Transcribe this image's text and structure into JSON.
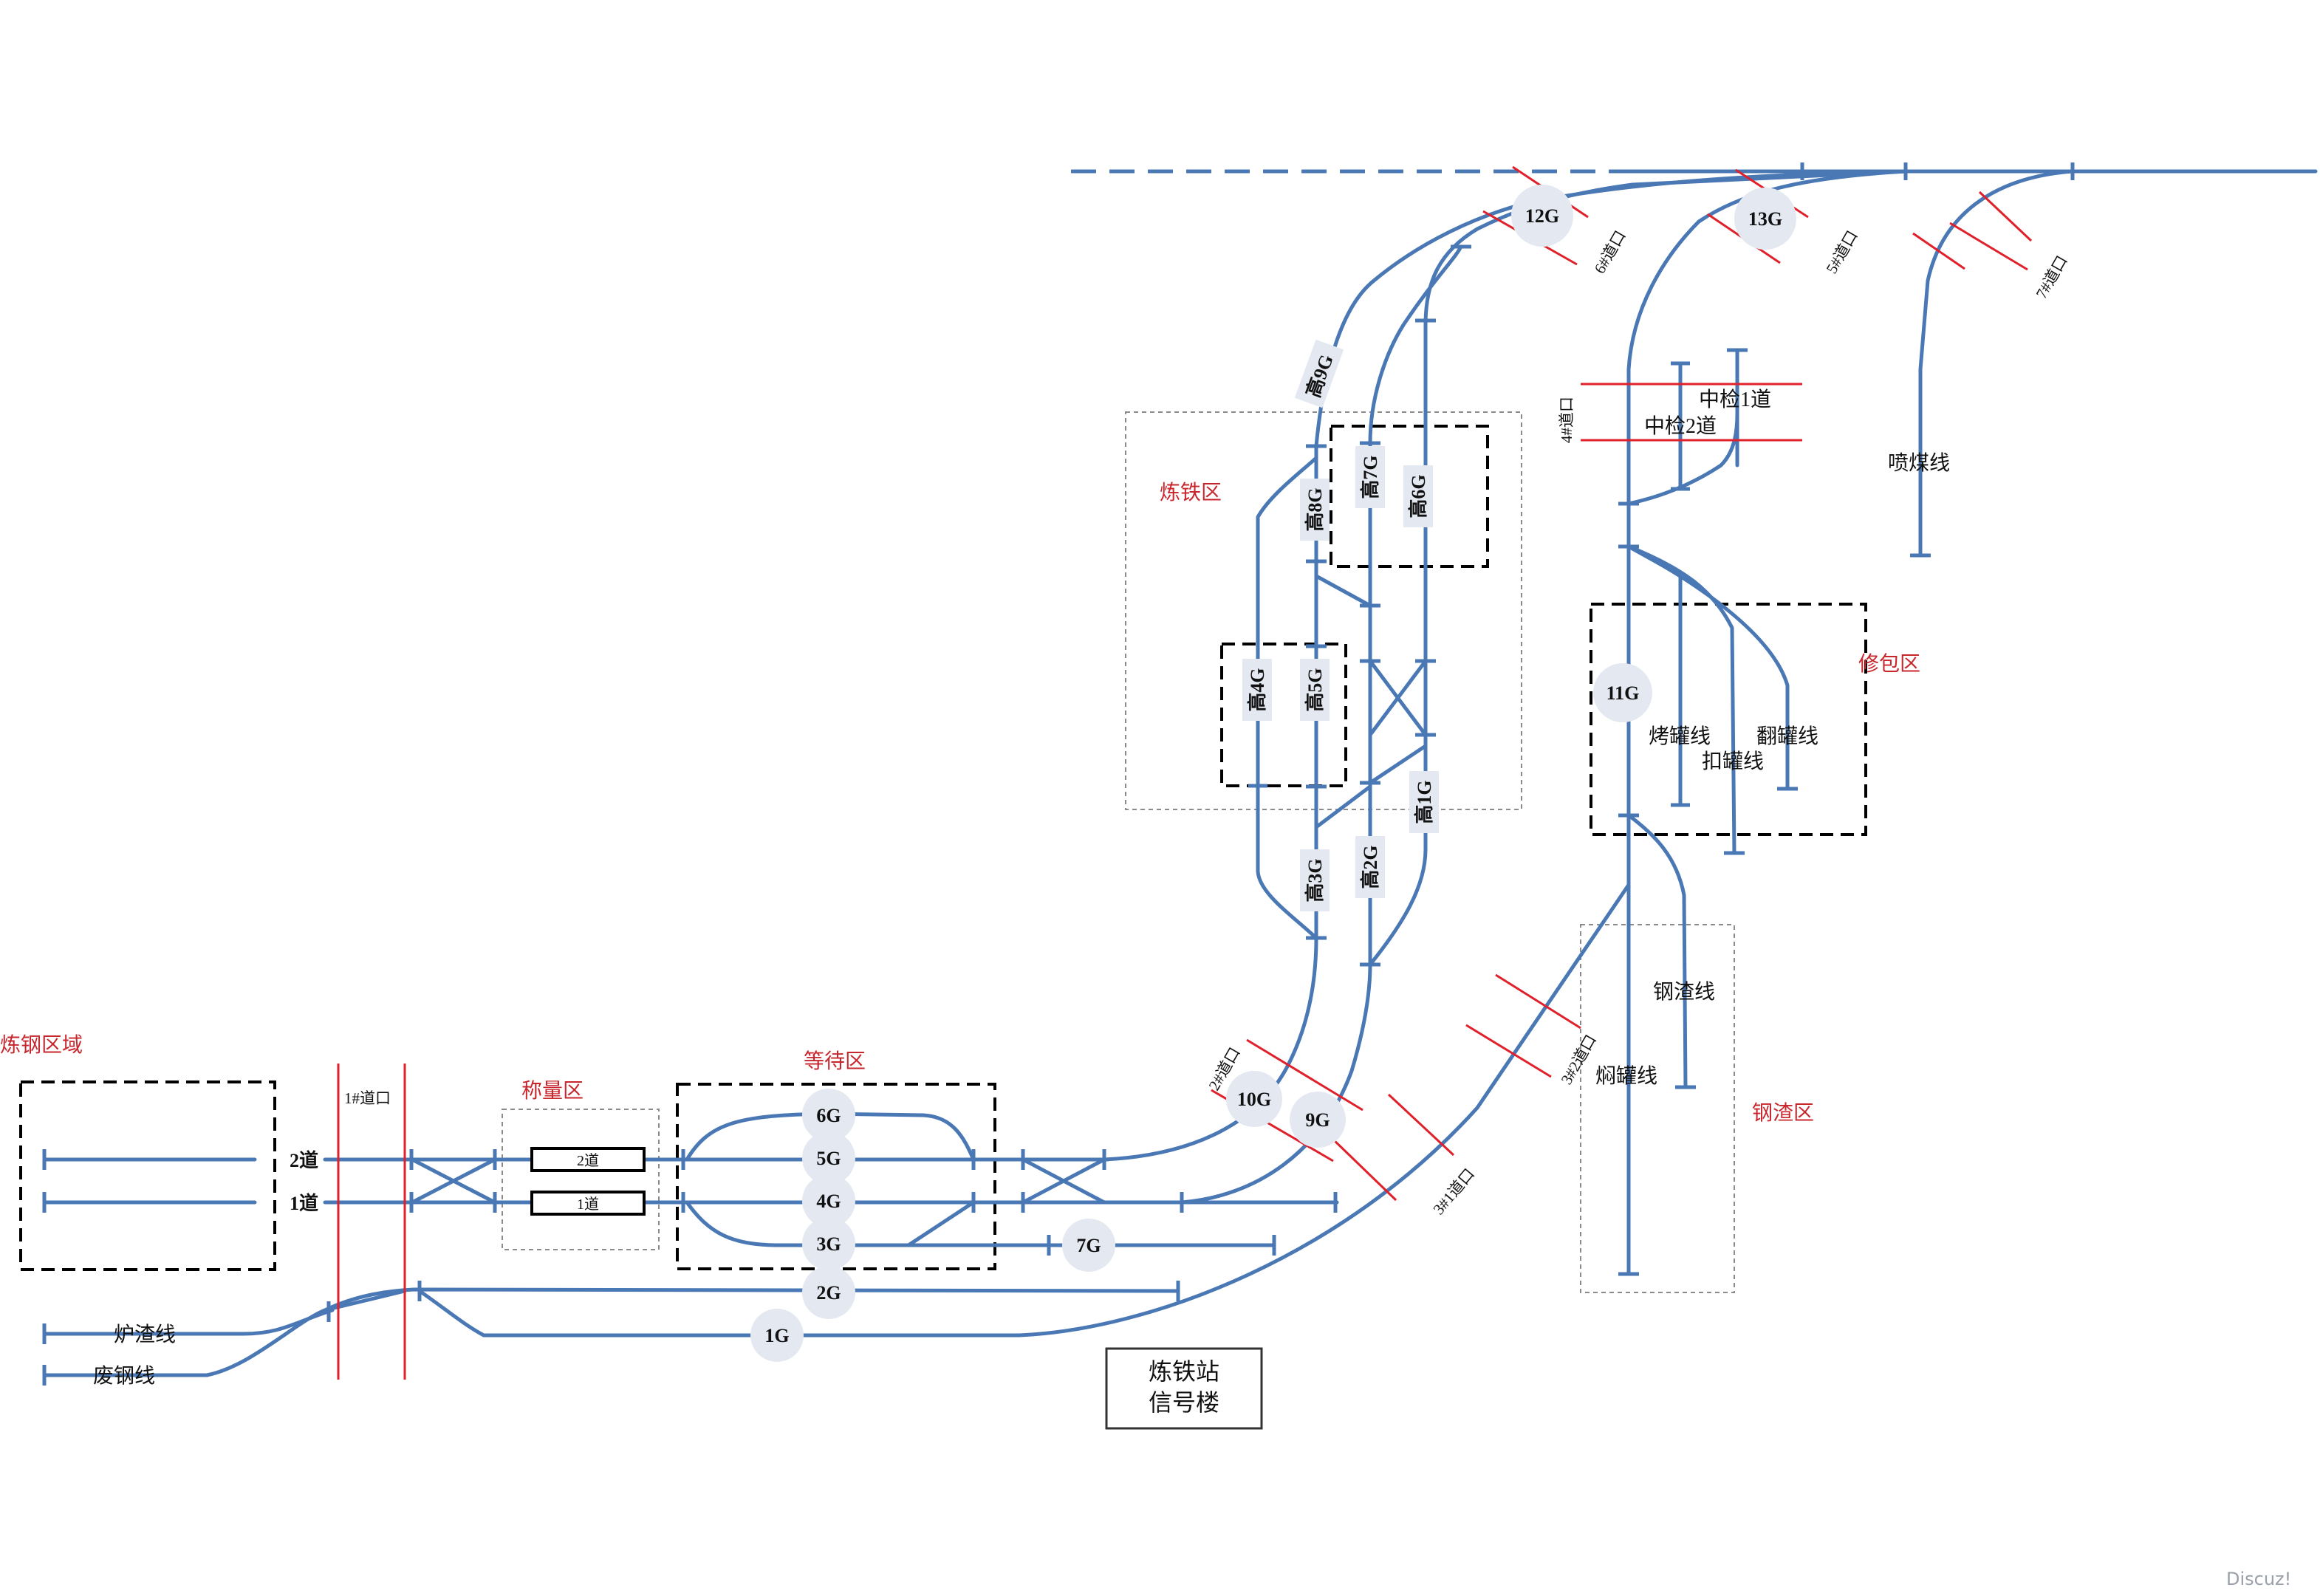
{
  "regions": {
    "steel_area": "炼钢区域",
    "weighing_area": "称量区",
    "waiting_area": "等待区",
    "ironmaking_area": "炼铁区",
    "ladle_repair_area": "修包区",
    "slag_area": "钢渣区"
  },
  "track_labels": {
    "track2": "2道",
    "track1": "1道",
    "scale2": "2道",
    "scale1": "1道",
    "slag_line": "炉渣线",
    "scrap_line": "废钢线",
    "coal_injection": "喷煤线",
    "mid_inspect1": "中检1道",
    "mid_inspect2": "中检2道",
    "bake_line": "烤罐线",
    "tip_line": "翻罐线",
    "cover_line": "扣罐线",
    "steel_slag_line": "钢渣线",
    "stew_line": "焖罐线"
  },
  "crossings": {
    "c1": "1#道口",
    "c2": "2#道口",
    "c3": "3#1道口",
    "c3b": "3#2道口",
    "c4": "4#道口",
    "c5": "5#道口",
    "c6": "6#道口",
    "c7": "7#道口"
  },
  "station_tracks": {
    "g1": "1G",
    "g2": "2G",
    "g3": "3G",
    "g4": "4G",
    "g5": "5G",
    "g6": "6G",
    "g7": "7G",
    "g9": "9G",
    "g10": "10G",
    "g11": "11G",
    "g12": "12G",
    "g13": "13G"
  },
  "blast_furnace_tracks": {
    "h1": "高1G",
    "h2": "高2G",
    "h3": "高3G",
    "h4": "高4G",
    "h5": "高5G",
    "h6": "高6G",
    "h7": "高7G",
    "h8": "高8G",
    "h9": "高9G"
  },
  "building": {
    "line1": "炼铁站",
    "line2": "信号楼"
  },
  "watermark": "Discuz!",
  "colors": {
    "track": "#4a78b5",
    "crossing_line": "#e0202a",
    "region_label": "#c8262d",
    "label_bg": "#e3e8f1"
  }
}
